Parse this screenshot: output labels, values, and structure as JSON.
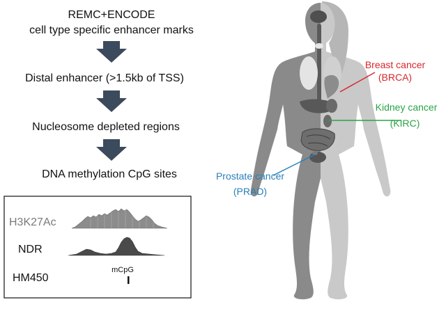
{
  "workflow": {
    "step1_line1": "REMC+ENCODE",
    "step1_line2": "cell type specific enhancer marks",
    "step2": "Distal enhancer (>1.5kb of TSS)",
    "step3": "Nucleosome depleted regions",
    "step4": "DNA methylation CpG sites",
    "arrow_color": "#3b4a5c"
  },
  "tracks": {
    "h3k27ac_label": "H3K27Ac",
    "ndr_label": "NDR",
    "hm450_label": "HM450",
    "mcpg_label": "mCpG",
    "h3k27ac_color": "#7a7a7a"
  },
  "cancers": {
    "breast": {
      "name": "Breast cancer",
      "code": "(BRCA)",
      "color": "#d9262c"
    },
    "kidney": {
      "name": "Kidney cancer",
      "code": "(KIRC)",
      "color": "#2aa345"
    },
    "prostate": {
      "name": "Prostate cancer",
      "code": "(PRAD)",
      "color": "#2a7fb8"
    }
  }
}
